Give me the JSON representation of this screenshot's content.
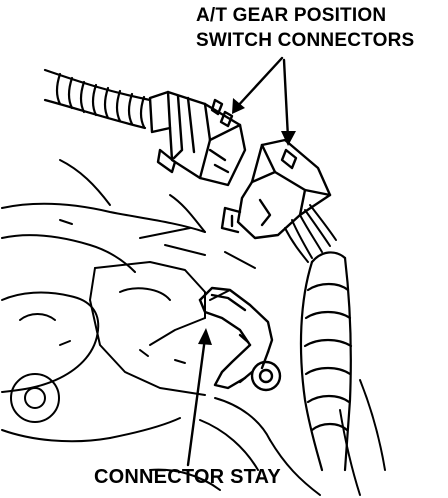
{
  "labels": {
    "top_line1": "A/T GEAR POSITION",
    "top_line2": "SWITCH CONNECTORS",
    "bottom": "CONNECTOR STAY"
  },
  "colors": {
    "ink": "#000000",
    "paper": "#ffffff"
  }
}
